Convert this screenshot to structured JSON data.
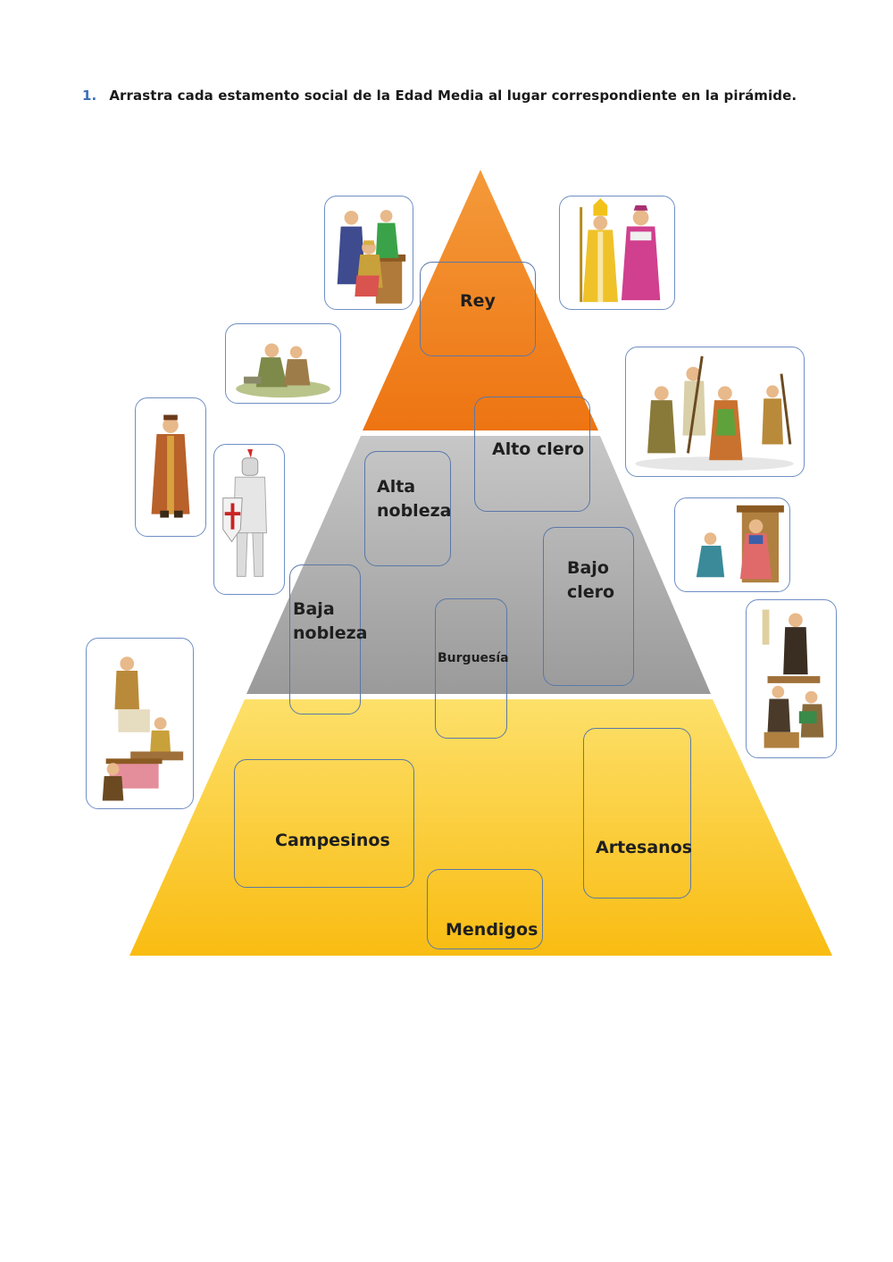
{
  "instruction": {
    "number": "1.",
    "text": "Arrastra cada estamento social de la Edad Media al lugar correspondiente en la pirámide."
  },
  "colors": {
    "top_tier": "#f07c1c",
    "middle_tier": "#a9a9a9",
    "bottom_tier": "#fbc619",
    "box_border": "#5b78a8",
    "card_border": "#6f8fc4"
  },
  "slots": {
    "rey": "Rey",
    "alto_clero": "Alto clero",
    "alta_nobleza_1": "Alta",
    "alta_nobleza_2": "nobleza",
    "bajo_clero_1": "Bajo",
    "bajo_clero_2": "clero",
    "baja_nobleza_1": "Baja",
    "baja_nobleza_2": "nobleza",
    "burguesia": "Burguesía",
    "campesinos": "Campesinos",
    "artesanos": "Artesanos",
    "mendigos": "Mendigos"
  },
  "cards": [
    {
      "id": "king-court",
      "icon": "king-court-image"
    },
    {
      "id": "bishops",
      "icon": "bishops-image"
    },
    {
      "id": "beggars",
      "icon": "beggars-image"
    },
    {
      "id": "peasants",
      "icon": "peasants-image"
    },
    {
      "id": "noble",
      "icon": "noble-image"
    },
    {
      "id": "knight",
      "icon": "knight-image"
    },
    {
      "id": "priest",
      "icon": "priest-image"
    },
    {
      "id": "craftsmen",
      "icon": "craftsmen-image"
    },
    {
      "id": "merchants",
      "icon": "merchants-image"
    }
  ]
}
